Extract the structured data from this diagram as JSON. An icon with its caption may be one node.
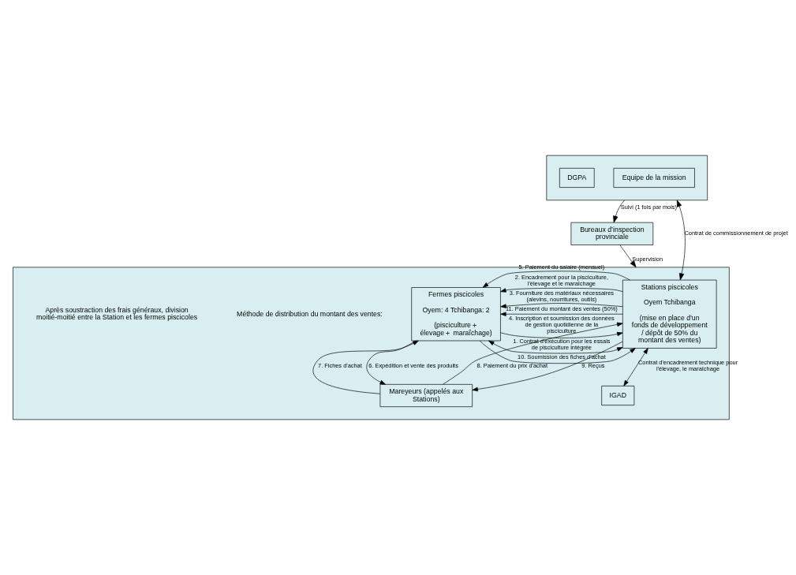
{
  "diagram": {
    "nodes": [
      {
        "text": [],
        "shape": "box"
      },
      {
        "text": [
          "Equipe de la mission"
        ],
        "in": 0
      },
      {
        "text": [
          "DGPA"
        ],
        "in": 0
      },
      {
        "text": [
          "Bureaux d’inspection provinciale"
        ]
      },
      {
        "text": [],
        "shape": "box"
      },
      {
        "text": [
          "Stations piscicoles",
          "Oyem Tchibanga",
          "(mise en place d'un fonds de développement / dépôt de 50% du montant des ventes)"
        ],
        "in": 4
      },
      {
        "text": [
          "Fermes piscicoles",
          "Oyem: 4 Tchibanga: 2",
          "(pisciculture＋ élevage＋ maraîchage)"
        ],
        "in": 4
      },
      {
        "text": [
          "Mareyeurs (appelés aux Stations)"
        ],
        "in": 4
      },
      {
        "text": [
          "IGAD"
        ],
        "in": 4
      }
    ],
    "edges": [
      {
        "from": 0,
        "to": 3,
        "arrow": "to",
        "label": "Suivi (1 fois par mois)"
      },
      {
        "from": 0,
        "to": 5,
        "arrow": "both",
        "label": "Contrat de commissionnement de projet"
      },
      {
        "from": 3,
        "to": 4,
        "arrow": "to",
        "label": "Supervision"
      },
      {
        "from": 5,
        "to": 6,
        "arrow": "both",
        "label": "1. Contrat d'exécution pour les essais de pisciculture intégrée"
      },
      {
        "from": 5,
        "to": 6,
        "arrow": "to",
        "label": "2. Encadrement pour la pisciculture, l'élevage et le maraîchage"
      },
      {
        "from": 5,
        "to": 6,
        "arrow": "to",
        "label": "3. Fourniture des matériaux nécessaires (alevins, nourritures, outils)"
      },
      {
        "from": 6,
        "to": 5,
        "arrow": "to",
        "label": "4. Inscription et soumission des données de gestion quotidienne de la pisciculture"
      },
      {
        "from": 5,
        "to": 6,
        "arrow": "to",
        "label": "5. Paiement du salaire (mensuel)"
      },
      {
        "from": 6,
        "to": 5,
        "arrow": "to",
        "label": "10. Soumission des fiches d'achat"
      },
      {
        "from": 5,
        "to": 6,
        "arrow": "to",
        "label": "11. Paiement du montant des ventes (50%)"
      },
      {
        "from": 5,
        "to": 7,
        "arrow": "to",
        "label": "9. Reçus"
      },
      {
        "from": 7,
        "to": 5,
        "arrow": "to",
        "label": "8. Paiement du prix d'achat"
      },
      {
        "from": 6,
        "to": 7,
        "arrow": "to",
        "label": "6. Expédition et vente des produits"
      },
      {
        "from": 7,
        "to": 6,
        "arrow": "to",
        "label": "7. Fiches d'achat"
      },
      {
        "from": 5,
        "to": 8,
        "arrow": "both",
        "label": "Contrat d'encadrement technique pour l'élevage, le maraîchage"
      }
    ],
    "labels": [
      "Méthode de distribution du montant des ventes:",
      "Après soustraction des frais généraux, division moitié-moitié entre la Station et les fermes piscicoles"
    ]
  }
}
